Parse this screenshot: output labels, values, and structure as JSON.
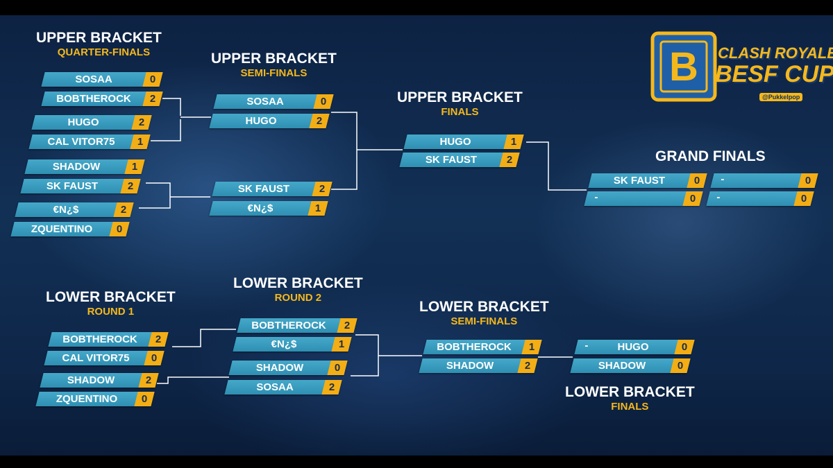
{
  "logo": {
    "line1": "CLASH ROYALE",
    "line2": "BESF CUP",
    "handle": "@Pukkelpop",
    "emblem": "B"
  },
  "colors": {
    "slot": "#3a9ec2",
    "score": "#f3ae15",
    "subtitle": "#f5b81c",
    "connector": "#ffffff"
  },
  "sections": {
    "ub_qf": {
      "title": "UPPER BRACKET",
      "subtitle": "QUARTER-FINALS"
    },
    "ub_sf": {
      "title": "UPPER BRACKET",
      "subtitle": "SEMI-FINALS"
    },
    "ub_f": {
      "title": "UPPER BRACKET",
      "subtitle": "FINALS"
    },
    "grand": {
      "title": "GRAND FINALS"
    },
    "lb_r1": {
      "title": "LOWER BRACKET",
      "subtitle": "ROUND 1"
    },
    "lb_r2": {
      "title": "LOWER BRACKET",
      "subtitle": "ROUND 2"
    },
    "lb_sf": {
      "title": "LOWER BRACKET",
      "subtitle": "SEMI-FINALS"
    },
    "lb_f": {
      "title": "LOWER BRACKET",
      "subtitle": "FINALS"
    }
  },
  "ub_qf": [
    [
      {
        "name": "SOSAA",
        "score": "0"
      },
      {
        "name": "BOBTHEROCK",
        "score": "2"
      }
    ],
    [
      {
        "name": "HUGO",
        "score": "2"
      },
      {
        "name": "CAL VITOR75",
        "score": "1"
      }
    ],
    [
      {
        "name": "SHADOW",
        "score": "1"
      },
      {
        "name": "SK FAUST",
        "score": "2"
      }
    ],
    [
      {
        "name": "€N¿$",
        "score": "2"
      },
      {
        "name": "ZQUENTINO",
        "score": "0"
      }
    ]
  ],
  "ub_sf": [
    [
      {
        "name": "SOSAA",
        "score": "0"
      },
      {
        "name": "HUGO",
        "score": "2"
      }
    ],
    [
      {
        "name": "SK FAUST",
        "score": "2"
      },
      {
        "name": "€N¿$",
        "score": "1"
      }
    ]
  ],
  "ub_f": [
    [
      {
        "name": "HUGO",
        "score": "1"
      },
      {
        "name": "SK FAUST",
        "score": "2"
      }
    ]
  ],
  "grand": [
    [
      {
        "name": "SK FAUST",
        "score": "0"
      },
      {
        "name": "-",
        "score": "0"
      }
    ],
    [
      {
        "name": "-",
        "score": "0"
      },
      {
        "name": "-",
        "score": "0"
      }
    ]
  ],
  "lb_r1": [
    [
      {
        "name": "BOBTHEROCK",
        "score": "2"
      },
      {
        "name": "CAL VITOR75",
        "score": "0"
      }
    ],
    [
      {
        "name": "SHADOW",
        "score": "2"
      },
      {
        "name": "ZQUENTINO",
        "score": "0"
      }
    ]
  ],
  "lb_r2": [
    [
      {
        "name": "BOBTHEROCK",
        "score": "2"
      },
      {
        "name": "€N¿$",
        "score": "1"
      }
    ],
    [
      {
        "name": "SHADOW",
        "score": "0"
      },
      {
        "name": "SOSAA",
        "score": "2"
      }
    ]
  ],
  "lb_sf": [
    [
      {
        "name": "BOBTHEROCK",
        "score": "1"
      },
      {
        "name": "SHADOW",
        "score": "2"
      }
    ]
  ],
  "lb_f": [
    [
      {
        "name": "HUGO",
        "score": "0",
        "dash": "-"
      },
      {
        "name": "SHADOW",
        "score": "0"
      }
    ]
  ]
}
